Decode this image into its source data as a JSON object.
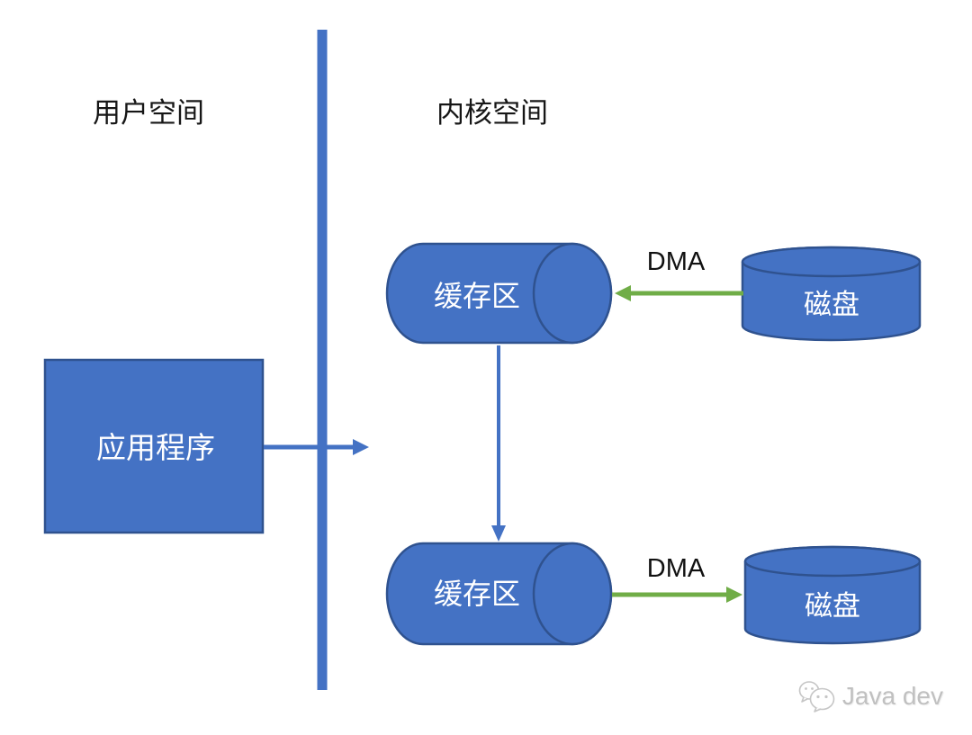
{
  "regions": {
    "user_space": {
      "label": "用户空间"
    },
    "kernel_space": {
      "label": "内核空间"
    }
  },
  "nodes": {
    "application": {
      "label": "应用程序"
    },
    "buffer_top": {
      "label": "缓存区"
    },
    "buffer_bottom": {
      "label": "缓存区"
    },
    "disk_top": {
      "label": "磁盘"
    },
    "disk_bottom": {
      "label": "磁盘"
    }
  },
  "arrows": {
    "dma_top": {
      "label": "DMA",
      "direction": "disk-to-buffer"
    },
    "dma_bottom": {
      "label": "DMA",
      "direction": "buffer-to-disk"
    },
    "app_to_kernel": {
      "direction": "app-to-kernel-space"
    },
    "buffer_copy": {
      "direction": "buffer-top-to-buffer-bottom"
    }
  },
  "watermark": {
    "icon": "wechat-logo",
    "text": "Java dev"
  },
  "colors": {
    "shape_fill": "#4472C4",
    "shape_stroke": "#2F528F",
    "connector_blue": "#4472C4",
    "dma_green": "#70AD47",
    "divider": "#4472C4"
  }
}
